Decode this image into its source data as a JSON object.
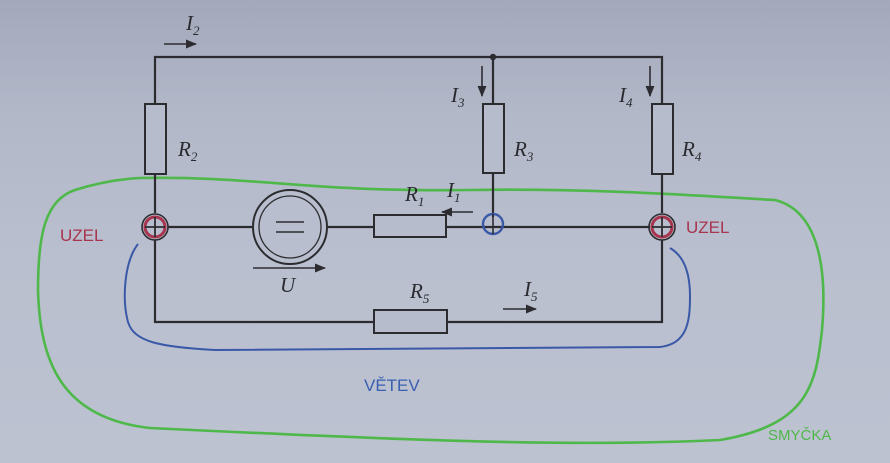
{
  "diagram": {
    "colors": {
      "wire": "#2c2c30",
      "node_label": "#a8344e",
      "branch_curve": "#3a58a8",
      "branch_label": "#3a5fb0",
      "loop_curve": "#4fb84a",
      "loop_label": "#4fb84a"
    },
    "labels": {
      "node_left": "UZEL",
      "node_right": "UZEL",
      "branch": "VĚTEV",
      "loop": "SMYČKA"
    },
    "resistors": [
      {
        "id": "R2",
        "symbol": "R",
        "index": "2"
      },
      {
        "id": "R3",
        "symbol": "R",
        "index": "3"
      },
      {
        "id": "R4",
        "symbol": "R",
        "index": "4"
      },
      {
        "id": "R1",
        "symbol": "R",
        "index": "1"
      },
      {
        "id": "R5",
        "symbol": "R",
        "index": "5"
      }
    ],
    "currents": [
      {
        "id": "I2",
        "symbol": "I",
        "index": "2"
      },
      {
        "id": "I3",
        "symbol": "I",
        "index": "3"
      },
      {
        "id": "I4",
        "symbol": "I",
        "index": "4"
      },
      {
        "id": "I1",
        "symbol": "I",
        "index": "1"
      },
      {
        "id": "I5",
        "symbol": "I",
        "index": "5"
      }
    ],
    "source": {
      "symbol": "U"
    }
  }
}
